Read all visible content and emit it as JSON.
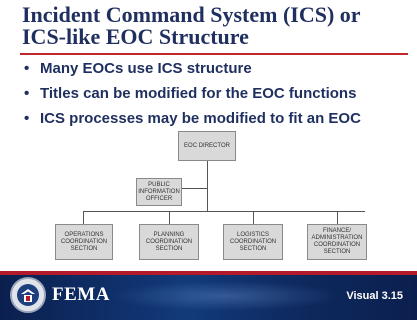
{
  "slide": {
    "title_line1": "Incident Command System (ICS) or",
    "title_line2": "ICS-like EOC Structure",
    "bullets": [
      "Many EOCs use ICS structure",
      "Titles can be modified for the EOC functions",
      "ICS processes may be modified to fit an EOC"
    ],
    "bullet_glyph": "•"
  },
  "org_chart": {
    "director": "EOC DIRECTOR",
    "pio": "PUBLIC INFORMATION OFFICER",
    "sections": [
      "OPERATIONS COORDINATION SECTION",
      "PLANNING COORDINATION SECTION",
      "LOGISTICS COORDINATION SECTION",
      "FINANCE/ ADMINISTRATION COORDINATION SECTION"
    ]
  },
  "footer": {
    "brand": "FEMA",
    "visual_label": "Visual 3.15",
    "seal_icon": "dhs-seal-icon"
  },
  "colors": {
    "title": "#1f2f5f",
    "rule": "#c0282d",
    "footer_bg": "#0b1f4e",
    "box_fill": "#d9d9d9"
  }
}
